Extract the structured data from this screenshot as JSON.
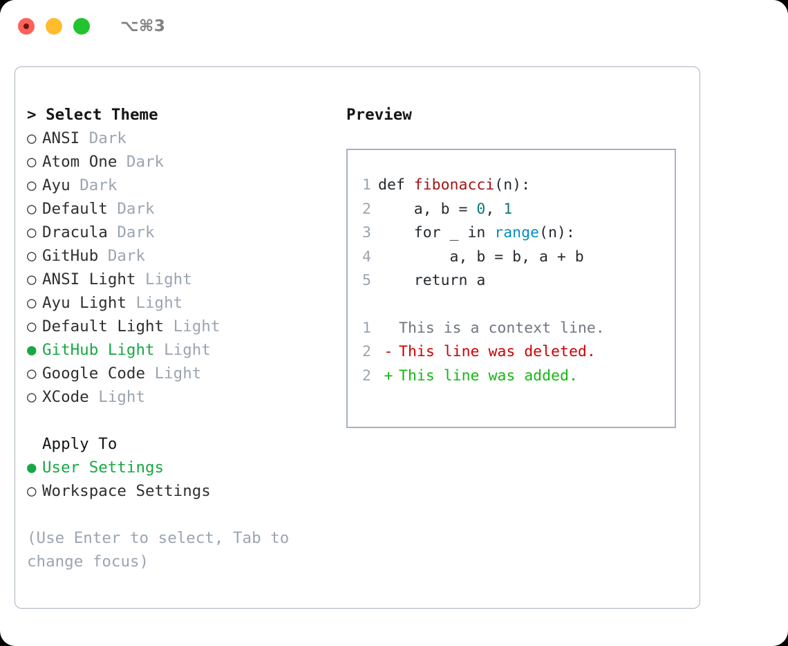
{
  "window": {
    "shortcut": "⌥⌘3",
    "traffic_lights": [
      "close-red",
      "minimize-yellow",
      "maximize-green"
    ]
  },
  "theme_picker": {
    "title": "Select Theme",
    "prefix": "> ",
    "bullet_empty": "○",
    "bullet_filled": "●",
    "items": [
      {
        "label": "ANSI",
        "tag": "Dark",
        "selected": false
      },
      {
        "label": "Atom One",
        "tag": "Dark",
        "selected": false
      },
      {
        "label": "Ayu",
        "tag": "Dark",
        "selected": false
      },
      {
        "label": "Default",
        "tag": "Dark",
        "selected": false
      },
      {
        "label": "Dracula",
        "tag": "Dark",
        "selected": false
      },
      {
        "label": "GitHub",
        "tag": "Dark",
        "selected": false
      },
      {
        "label": "ANSI Light",
        "tag": "Light",
        "selected": false
      },
      {
        "label": "Ayu Light",
        "tag": "Light",
        "selected": false
      },
      {
        "label": "Default Light",
        "tag": "Light",
        "selected": false
      },
      {
        "label": "GitHub Light",
        "tag": "Light",
        "selected": true
      },
      {
        "label": "Google Code",
        "tag": "Light",
        "selected": false
      },
      {
        "label": "XCode",
        "tag": "Light",
        "selected": false
      }
    ]
  },
  "apply_to": {
    "title": "Apply To",
    "items": [
      {
        "label": "User Settings",
        "selected": true
      },
      {
        "label": "Workspace Settings",
        "selected": false
      }
    ]
  },
  "hint": "(Use Enter to select, Tab to change focus)",
  "preview": {
    "title": "Preview",
    "code_lines": [
      {
        "no": "1",
        "segments": [
          {
            "text": "def ",
            "kind": "plain"
          },
          {
            "text": "fibonacci",
            "kind": "fn"
          },
          {
            "text": "(n):",
            "kind": "plain"
          }
        ]
      },
      {
        "no": "2",
        "segments": [
          {
            "text": "    a, b = ",
            "kind": "plain"
          },
          {
            "text": "0",
            "kind": "num"
          },
          {
            "text": ", ",
            "kind": "plain"
          },
          {
            "text": "1",
            "kind": "num"
          }
        ]
      },
      {
        "no": "3",
        "segments": [
          {
            "text": "    for _ in ",
            "kind": "plain"
          },
          {
            "text": "range",
            "kind": "call"
          },
          {
            "text": "(n):",
            "kind": "plain"
          }
        ]
      },
      {
        "no": "4",
        "segments": [
          {
            "text": "        a, b = b, a + b",
            "kind": "plain"
          }
        ]
      },
      {
        "no": "5",
        "segments": [
          {
            "text": "    return a",
            "kind": "plain"
          }
        ]
      }
    ],
    "diff_lines": [
      {
        "no": "1",
        "marker": " ",
        "text": "This is a context line.",
        "kind": "ctx"
      },
      {
        "no": "2",
        "marker": "-",
        "text": "This line was deleted.",
        "kind": "del"
      },
      {
        "no": "2",
        "marker": "+",
        "text": "This line was added.",
        "kind": "add"
      }
    ]
  },
  "colors": {
    "accent_green": "#17a844",
    "tag_gray": "#9aa5b1",
    "border": "#a6b0c0",
    "diff_add": "#14b814",
    "diff_del": "#cc0000",
    "syntax_fn": "#a31515",
    "syntax_call": "#0a8bc2",
    "syntax_num": "#0b7a75"
  }
}
